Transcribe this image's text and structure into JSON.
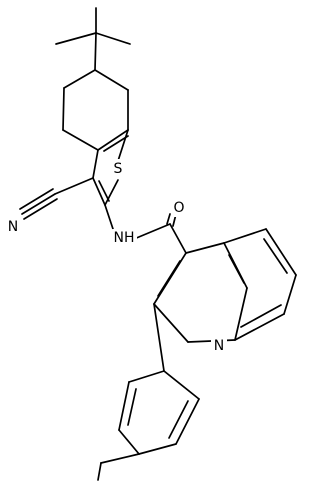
{
  "molecule": {
    "atom_labels": {
      "sulfur": "S",
      "oxygen": "O",
      "nitrile_nitrogen": "N",
      "amide_nh": "NH",
      "quinoline_nitrogen": "N"
    },
    "colors": {
      "bond": "#000000",
      "background": "#ffffff"
    }
  }
}
